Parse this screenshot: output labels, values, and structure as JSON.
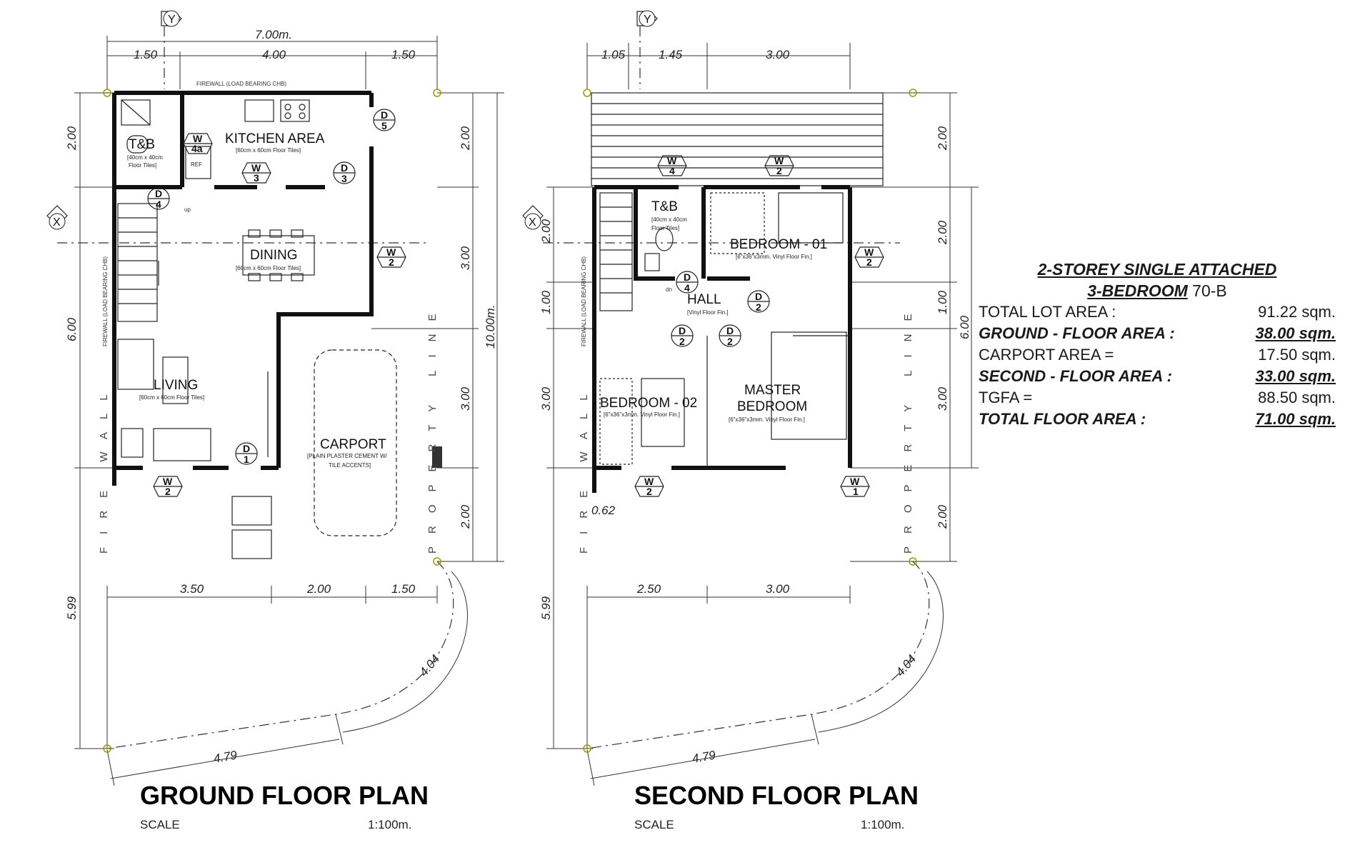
{
  "ground_floor": {
    "title": "GROUND FLOOR PLAN",
    "scale_label": "SCALE",
    "scale_value": "1:100m.",
    "axis_y": "Y",
    "axis_x": "X",
    "firewall_top": "FIREWALL (LOAD BEARING CHB)",
    "firewall_side": "FIREWALL (LOAD BEARING CHB)",
    "fire_wall_text": "FIRE WALL",
    "property_line_text": "PROPERTY LINE",
    "dims_top": {
      "overall": "7.00m.",
      "a": "1.50",
      "b": "4.00",
      "c": "1.50"
    },
    "dims_bottom": {
      "a": "3.50",
      "b": "2.00",
      "c": "1.50"
    },
    "dims_left": {
      "a": "2.00",
      "b": "6.00",
      "c": "5.99"
    },
    "dims_right": {
      "a": "2.00",
      "b": "3.00",
      "c": "3.00",
      "d": "2.00",
      "overall": "10.00m."
    },
    "dims_curve": {
      "arc": "4.04",
      "base": "4.79"
    },
    "rooms": {
      "kitchen": "KITCHEN AREA",
      "kitchen_sub": "[60cm x 60cm Floor Tiles]",
      "tb": "T&B",
      "tb_sub1": "[40cm x 40cm",
      "tb_sub2": "Floor Tiles]",
      "ref": "REF",
      "dining": "DINING",
      "dining_sub": "[60cm x 60cm Floor Tiles]",
      "living": "LIVING",
      "living_sub": "[60cm x 60cm Floor Tiles]",
      "carport": "CARPORT",
      "carport_sub1": "[PLAIN PLASTER CEMENT W/",
      "carport_sub2": "TILE ACCENTS]",
      "up": "up"
    },
    "tags": {
      "w4a_t": "W",
      "w4a_b": "4a",
      "w3_t": "W",
      "w3_b": "3",
      "d3_t": "D",
      "d3_b": "3",
      "d5_t": "D",
      "d5_b": "5",
      "d4_t": "D",
      "d4_b": "4",
      "w2r_t": "W",
      "w2r_b": "2",
      "d1_t": "D",
      "d1_b": "1",
      "w2b_t": "W",
      "w2b_b": "2"
    }
  },
  "second_floor": {
    "title": "SECOND FLOOR PLAN",
    "scale_label": "SCALE",
    "scale_value": "1:100m.",
    "axis_y": "Y",
    "axis_x": "X",
    "firewall_side": "FIREWALL (LOAD BEARING CHB)",
    "fire_wall_text": "FIRE WALL",
    "property_line_text": "PROPERTY LINE",
    "dims_top": {
      "a": "1.05",
      "b": "1.45",
      "c": "3.00"
    },
    "dims_bottom": {
      "a": "2.50",
      "b": "3.00",
      "small": "0.62"
    },
    "dims_left": {
      "a": "2.00",
      "b": "1.00",
      "c": "3.00",
      "d": "5.99"
    },
    "dims_right": {
      "a": "2.00",
      "b": "2.00",
      "c": "1.00",
      "d": "3.00",
      "e": "2.00",
      "overall": "6.00"
    },
    "dims_curve": {
      "arc": "4.04",
      "base": "4.79"
    },
    "rooms": {
      "tb": "T&B",
      "tb_sub1": "[40cm x 40cm",
      "tb_sub2": "Floor Tiles]",
      "bedroom1": "BEDROOM - 01",
      "bedroom1_sub": "[6\"x36\"x3mm. Vinyl Floor Fin.]",
      "hall": "HALL",
      "hall_sub": "[Vinyl Floor Fin.]",
      "bedroom2": "BEDROOM - 02",
      "bedroom2_sub": "[6\"x36\"x3mm. Vinyl Floor Fin.]",
      "master1": "MASTER",
      "master2": "BEDROOM",
      "master_sub": "[6\"x36\"x3mm. Vinyl Floor Fin.]",
      "dn": "dn"
    },
    "tags": {
      "w4_t": "W",
      "w4_b": "4",
      "w2t_t": "W",
      "w2t_b": "2",
      "w2r_t": "W",
      "w2r_b": "2",
      "d4_t": "D",
      "d4_b": "4",
      "d2a_t": "D",
      "d2a_b": "2",
      "d2b_t": "D",
      "d2b_b": "2",
      "d2c_t": "D",
      "d2c_b": "2",
      "w2b_t": "W",
      "w2b_b": "2",
      "w1_t": "W",
      "w1_b": "1"
    }
  },
  "summary": {
    "title1": "2-STOREY SINGLE ATTACHED",
    "title2_bold": "3-BEDROOM",
    "title2_rest": " 70-B",
    "rows": [
      {
        "label": "TOTAL LOT AREA :",
        "value": "91.22 sqm.",
        "bold": false
      },
      {
        "label": "GROUND - FLOOR AREA :",
        "value": "38.00 sqm.",
        "bold": true
      },
      {
        "label": "CARPORT AREA =",
        "value": "17.50 sqm.",
        "bold": false
      },
      {
        "label": "SECOND - FLOOR AREA :",
        "value": "33.00 sqm.",
        "bold": true
      },
      {
        "label": "TGFA =",
        "value": "88.50 sqm.",
        "bold": false
      },
      {
        "label": "TOTAL FLOOR AREA :",
        "value": "71.00 sqm.",
        "bold": true
      }
    ]
  }
}
